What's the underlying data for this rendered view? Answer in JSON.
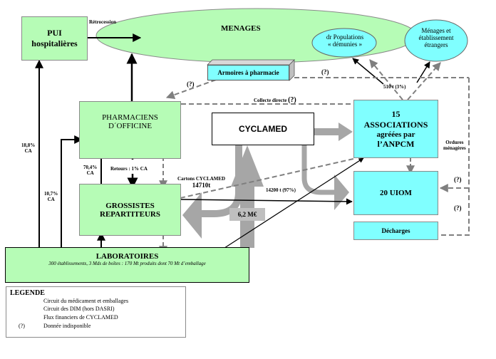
{
  "nodes": {
    "pui": {
      "line1": "PUI",
      "line2": "hospitalières"
    },
    "menages": "MENAGES",
    "populations": {
      "line1": "dr Populations",
      "line2": "« démunies »"
    },
    "menages_etrangers": {
      "line1": "Ménages et",
      "line2": "établissement",
      "line3": "étrangers"
    },
    "armoires": "Armoires à pharmacie",
    "pharmaciens": {
      "line1": "PHARMACIENS",
      "line2": "D´OFFICINE"
    },
    "cyclamed": "CYCLAMED",
    "associations": {
      "line1": "15",
      "line2": "ASSOCIATIONS",
      "line3": "agréées par",
      "line4": "l’ANPCM"
    },
    "grossistes": {
      "line1": "GROSSISTES",
      "line2": "REPARTITEURS"
    },
    "uiom": "20 UIOM",
    "decharges": "Décharges",
    "laboratoires": {
      "title": "LABORATOIRES",
      "subtitle": "300 établissements, 3 Mds de boîtes : 170 Mt produits dont 70 Mt d’emballage"
    }
  },
  "edge_labels": {
    "retrocession": "Rétrocession",
    "unknown": "(?)",
    "collecte_directe": "Collecte directe",
    "export": "510 t (3%)",
    "ordures": {
      "line1": "Ordures",
      "line2": "ménagères"
    },
    "pui_share": {
      "line1": "18,8%",
      "line2": "CA"
    },
    "grossistes_to_pharma": {
      "line1": "70,4%",
      "line2": "CA"
    },
    "labo_to_pharma": {
      "line1": "10,7%",
      "line2": "CA"
    },
    "retours": "Retours : 1% CA",
    "cartons": {
      "line1": "Cartons CYCLAMED",
      "line2": "14710t"
    },
    "incineration": "14200 t (97%)",
    "financing": "6,2 M€"
  },
  "legend": {
    "title": "LEGENDE",
    "items": [
      {
        "icon": "solid-arrow",
        "label": "Circuit du médicament et emballages"
      },
      {
        "icon": "dashed-arrow",
        "label": "Circuit des DIM (hors DASRI)"
      },
      {
        "icon": "gray-block-arrow",
        "label": "Flux financiers de CYCLAMED"
      },
      {
        "icon": "question-mark",
        "symbol": "(?)",
        "label": "Donnée indisponible"
      }
    ]
  },
  "colors": {
    "green_node": "#b6fcb6",
    "cyan_node": "#80ffff",
    "dashed_flow": "#7f7f7f",
    "finance_flow": "#a6a6a6",
    "solid_flow": "#000000"
  }
}
